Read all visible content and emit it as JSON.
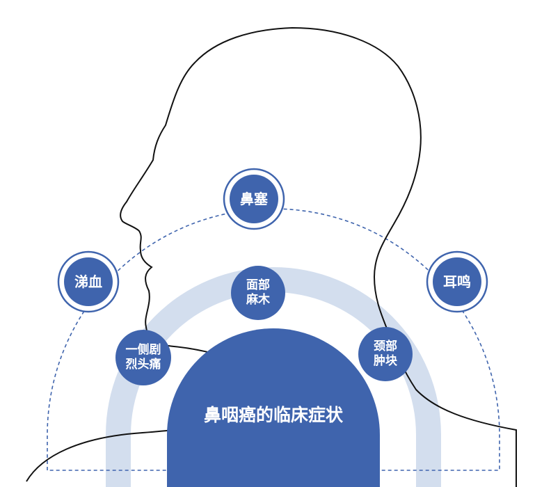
{
  "diagram": {
    "title": "鼻咽癌的临床症状",
    "outer_symptoms": [
      {
        "id": "nasal-congestion",
        "label": "鼻塞"
      },
      {
        "id": "nosebleed",
        "label": "涕血"
      },
      {
        "id": "tinnitus",
        "label": "耳鸣"
      }
    ],
    "inner_symptoms": [
      {
        "id": "facial-numbness",
        "line1": "面部",
        "line2": "麻木"
      },
      {
        "id": "headache",
        "line1": "一侧剧",
        "line2": "烈头痛"
      },
      {
        "id": "neck-lump",
        "line1": "颈部",
        "line2": "肿块"
      }
    ]
  },
  "colors": {
    "primary_blue": "#3f64ad",
    "ring_light_blue": "#d3deee",
    "outline": "#111111"
  }
}
